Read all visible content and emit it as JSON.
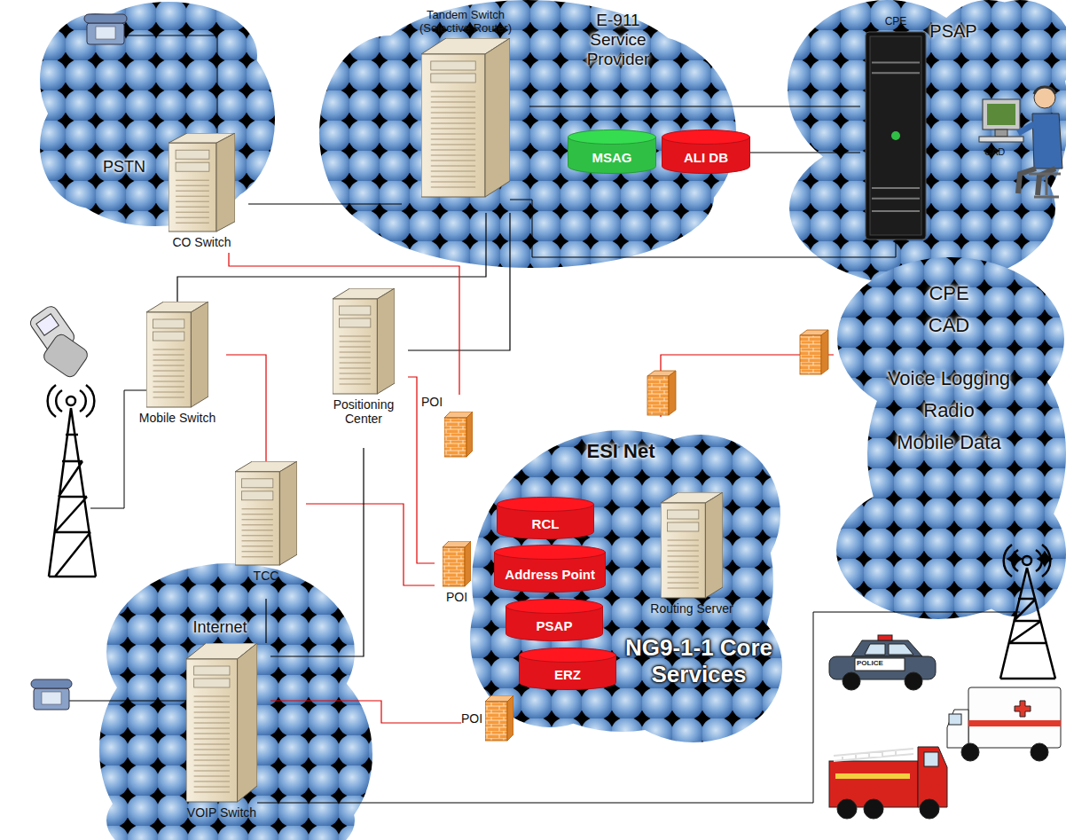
{
  "diagram": {
    "nodes": [
      {
        "text": [
          "PSTN"
        ]
      },
      {
        "text": [
          "CO Switch"
        ],
        "in": 0
      },
      {
        "text": [
          "E-911 Service Provider"
        ]
      },
      {
        "text": [
          "Tandem Switch (Selective Router)"
        ],
        "in": 2
      },
      {
        "text": [
          "MSAG"
        ],
        "in": 2
      },
      {
        "text": [
          "ALI DB"
        ],
        "in": 2
      },
      {
        "text": [
          "PSAP"
        ]
      },
      {
        "text": [
          "CPE"
        ],
        "in": 6
      },
      {
        "text": [
          "CPE",
          "CAD",
          "Voice Logging",
          "Radio",
          "Mobile Data"
        ]
      },
      {
        "text": [
          "Mobile Switch"
        ]
      },
      {
        "text": [
          "Positioning Center"
        ]
      },
      {
        "text": [
          "TCC"
        ]
      },
      {
        "text": [
          "Internet"
        ]
      },
      {
        "text": [
          "VOIP Switch"
        ],
        "in": 12
      },
      {
        "text": [
          "POI"
        ]
      },
      {
        "text": [
          "POI"
        ]
      },
      {
        "text": [
          "POI"
        ]
      },
      {
        "text": [
          "ESI Net",
          "NG9-1-1 Core Services"
        ]
      },
      {
        "text": [
          "Routing Server"
        ],
        "in": 17
      },
      {
        "text": [
          "RCL"
        ],
        "in": 17
      },
      {
        "text": [
          "Address Point"
        ],
        "in": 17
      },
      {
        "text": [
          "PSAP"
        ],
        "in": 17
      },
      {
        "text": [
          "ERZ"
        ],
        "in": 17
      }
    ],
    "edges": [
      {
        "from": 1,
        "to": 3,
        "arrow": "none"
      },
      {
        "from": 3,
        "to": 7,
        "arrow": "none"
      },
      {
        "from": 5,
        "to": 7,
        "arrow": "none"
      },
      {
        "from": 9,
        "to": 3,
        "arrow": "none"
      },
      {
        "from": 10,
        "to": 3,
        "arrow": "none"
      },
      {
        "from": 1,
        "to": 14,
        "arrow": "none"
      },
      {
        "from": 10,
        "to": 15,
        "arrow": "none"
      },
      {
        "from": 9,
        "to": 11,
        "arrow": "none"
      },
      {
        "from": 11,
        "to": 15,
        "arrow": "none"
      },
      {
        "from": 13,
        "to": 16,
        "arrow": "none"
      },
      {
        "from": 10,
        "to": 13,
        "arrow": "none"
      },
      {
        "from": 11,
        "to": 13,
        "arrow": "none"
      },
      {
        "from": 17,
        "to": 8,
        "arrow": "none"
      }
    ],
    "labels": [
      "CAD",
      "POLICE"
    ]
  }
}
